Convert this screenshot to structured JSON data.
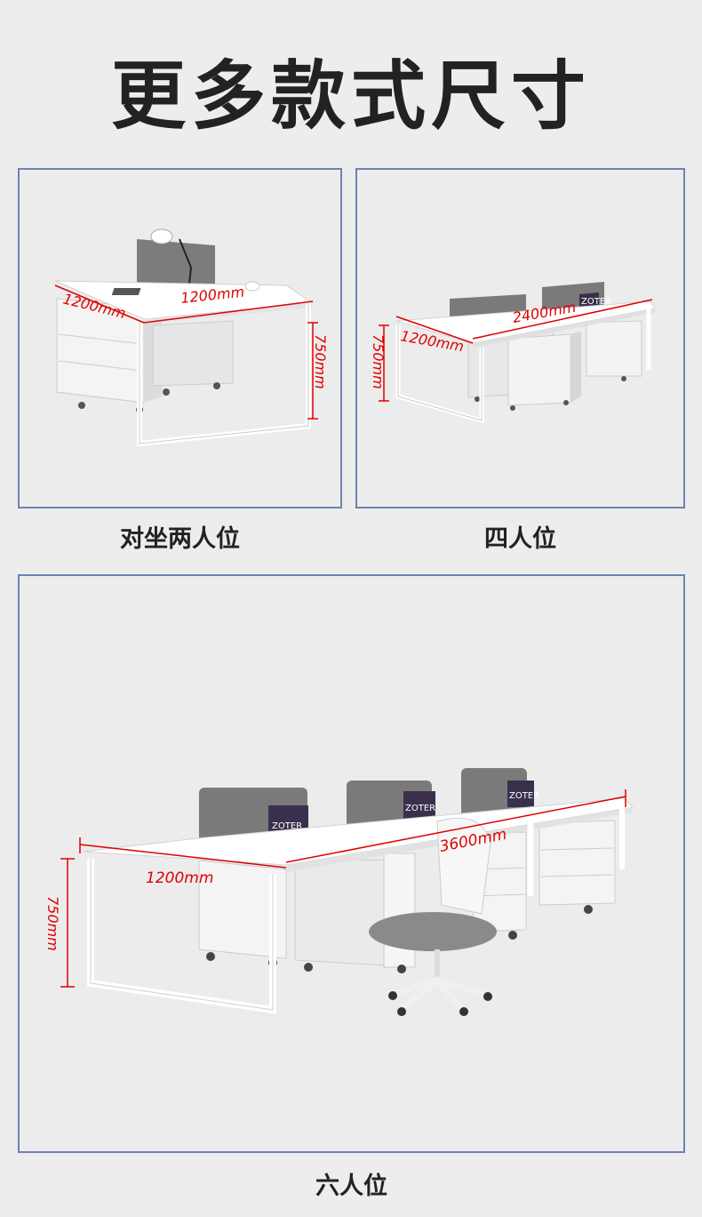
{
  "title": "更多款式尺寸",
  "layouts": [
    {
      "caption": "对坐两人位",
      "dimensions": {
        "depth": "1200mm",
        "width": "1200mm",
        "height": "750mm"
      }
    },
    {
      "caption": "四人位",
      "dimensions": {
        "width": "2400mm",
        "depth": "1200mm",
        "height": "750mm"
      }
    },
    {
      "caption": "六人位",
      "dimensions": {
        "width": "3600mm",
        "depth": "1200mm",
        "height": "750mm"
      }
    }
  ],
  "brand_text": "ZOTER",
  "colors": {
    "border": "#6e82b4",
    "dimension": "#e00000",
    "background": "#ededed",
    "screen": "#7a7a7a",
    "desk": "#ffffff"
  }
}
